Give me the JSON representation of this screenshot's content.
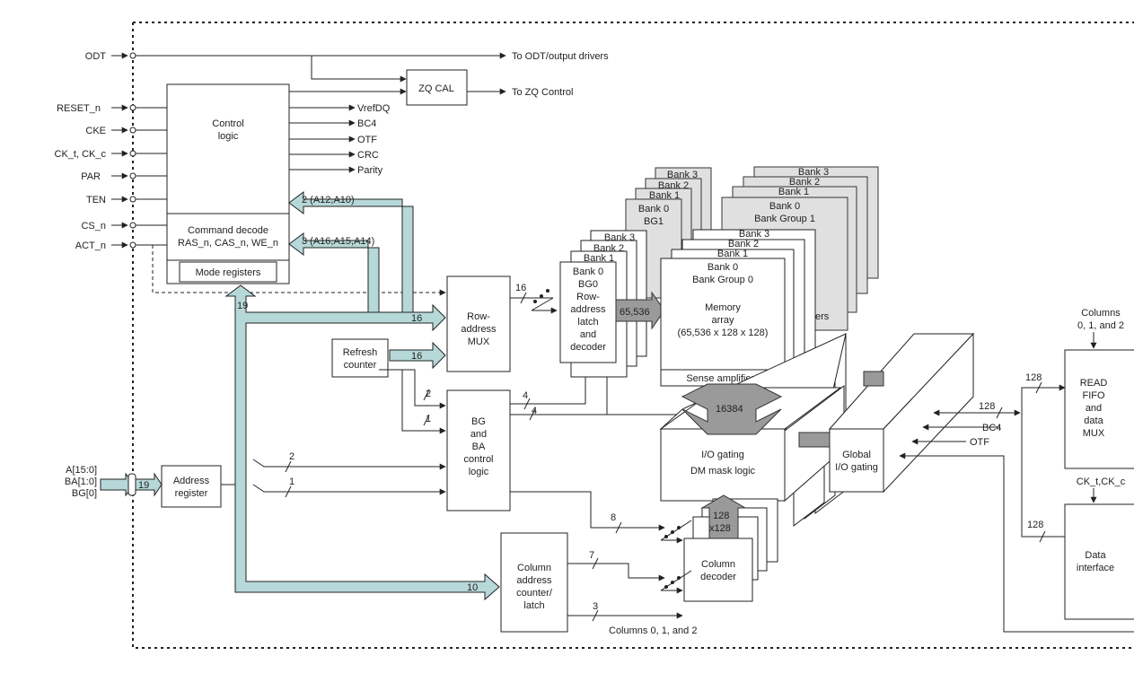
{
  "pins": {
    "odt": "ODT",
    "reset_n": "RESET_n",
    "cke": "CKE",
    "ck_t_ck_c": "CK_t, CK_c",
    "par": "PAR",
    "ten": "TEN",
    "cs_n": "CS_n",
    "act_n": "ACT_n",
    "addr_a": "A[15:0]",
    "addr_ba": "BA[1:0]",
    "addr_bg": "BG[0]"
  },
  "outputs": {
    "to_odt": "To ODT/output drivers",
    "to_zq": "To ZQ Control",
    "vrefdq": "VrefDQ",
    "bc4": "BC4",
    "otf": "OTF",
    "crc": "CRC",
    "parity": "Parity"
  },
  "blocks": {
    "zq_cal": "ZQ CAL",
    "control_logic": [
      "Control",
      "logic"
    ],
    "command_decode": [
      "Command decode",
      "RAS_n, CAS_n, WE_n"
    ],
    "mode_registers": "Mode registers",
    "refresh_counter": [
      "Refresh",
      "counter"
    ],
    "row_address_mux": [
      "Row-",
      "address",
      "MUX"
    ],
    "bg_ba_control": [
      "BG",
      "and",
      "BA",
      "control",
      "logic"
    ],
    "address_register": [
      "Address",
      "register"
    ],
    "column_address_counter": [
      "Column",
      "address",
      "counter/",
      "latch"
    ],
    "bg0_decoder": [
      "Bank 0",
      "BG0",
      "Row-",
      "address",
      "latch",
      "and",
      "decoder"
    ],
    "bank_labels_bg0": [
      "Bank 3",
      "Bank 2",
      "Bank 1"
    ],
    "bank_labels_bg1": [
      "Bank 3",
      "Bank 2",
      "Bank 1"
    ],
    "bank0_bg1": [
      "Bank 0",
      "BG1"
    ],
    "bank_group1_labels": [
      "Bank 3",
      "Bank 2",
      "Bank 1"
    ],
    "bank_group1_main": [
      "Bank 0",
      "Bank Group 1"
    ],
    "bank_group0_labels": [
      "Bank 3",
      "Bank 2",
      "Bank 1"
    ],
    "bank_group0_main": [
      "Bank 0",
      "Bank Group 0"
    ],
    "memory_array": [
      "Memory",
      "array",
      "(65,536  x 128 x 128)"
    ],
    "bg1_partial": "ers",
    "sense_amplifiers": "Sense amplifiers",
    "io_gating": [
      "I/O gating",
      "DM mask logic"
    ],
    "global_io_gating": [
      "Global",
      "I/O gating"
    ],
    "column_decoder": [
      "Column",
      "decoder"
    ],
    "read_fifo": [
      "READ",
      "FIFO",
      "and",
      "data",
      "MUX"
    ],
    "data_interface": [
      "Data",
      "interface"
    ]
  },
  "bus_labels": {
    "a12_a10": "2 (A12,A10)",
    "a16_a14": "3 (A16,A15,A14)",
    "b16_mux": "16",
    "b16_refresh": "16",
    "b19_addr": "19",
    "b19_mode": "19",
    "b10_col": "10",
    "b16_out": "16",
    "b65536": "65,536",
    "b16384": "16384",
    "b128x128": [
      "128",
      "x128"
    ],
    "w2_bg": "2",
    "w1_bg": "1",
    "w4_a": "4",
    "w4_b": "4",
    "w2_a": "2",
    "w1_a": "1",
    "w8": "8",
    "w7": "7",
    "w3": "3",
    "w128_a": "128",
    "w128_b": "128",
    "w128_c": "128"
  },
  "side_labels": {
    "columns_top": [
      "Columns",
      "0, 1, and 2"
    ],
    "ck_t_ck_c": "CK_t,CK_c",
    "columns_bottom": "Columns 0, 1, and 2",
    "bc4_right": "BC4",
    "otf_right": "OTF"
  }
}
